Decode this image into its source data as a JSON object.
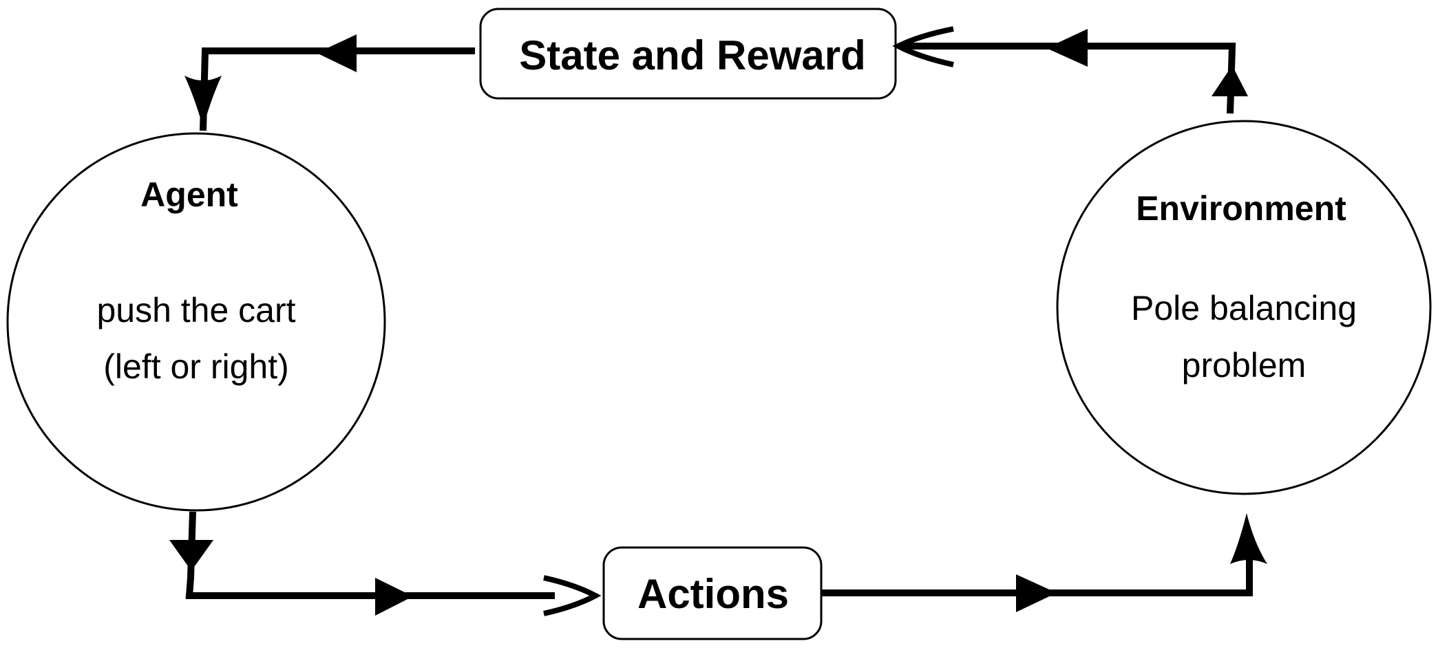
{
  "nodes": {
    "agent": {
      "title": "Agent",
      "line1": "push the cart",
      "line2": "(left or right)"
    },
    "environment": {
      "title": "Environment",
      "line1": "Pole balancing",
      "line2": "problem"
    },
    "state_reward": {
      "label": "State and Reward"
    },
    "actions": {
      "label": "Actions"
    }
  },
  "edges": [
    {
      "from": "Agent",
      "to": "Actions"
    },
    {
      "from": "Actions",
      "to": "Environment"
    },
    {
      "from": "Environment",
      "to": "State and Reward"
    },
    {
      "from": "State and Reward",
      "to": "Agent"
    }
  ],
  "colors": {
    "stroke": "#000000",
    "fill": "#ffffff"
  },
  "icons": {
    "arrowhead": "filled-triangle-arrow-icon",
    "open_arrowhead": "open-chevron-arrow-icon"
  }
}
